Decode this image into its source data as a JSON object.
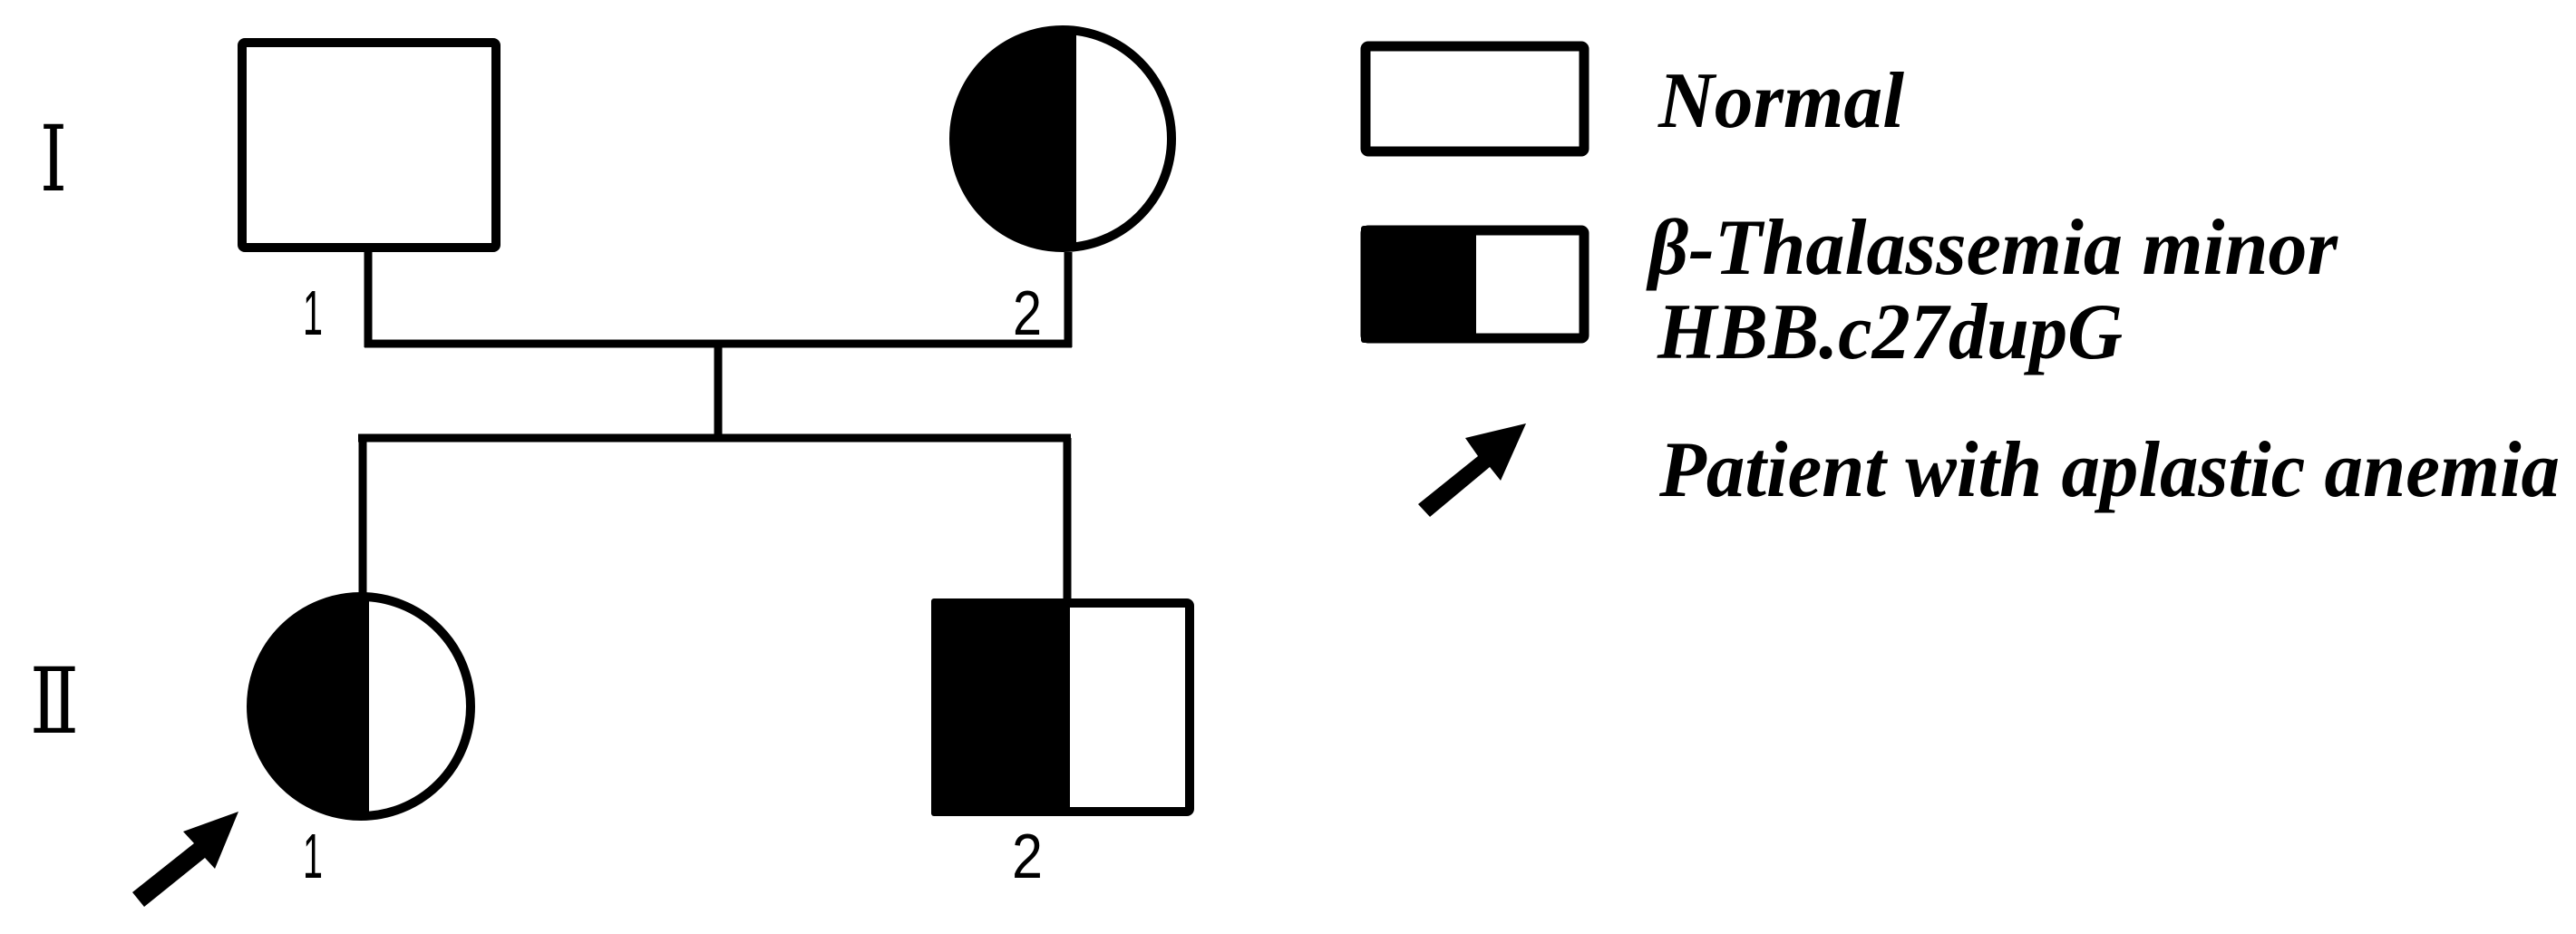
{
  "figure": {
    "type": "pedigree",
    "colors": {
      "ink": "#000000",
      "background": "#ffffff",
      "affected_fill": "#000000",
      "unaffected_fill": "#ffffff"
    }
  },
  "generations": [
    {
      "label": "Ⅰ",
      "members": [
        {
          "id": "I-1",
          "number": "1",
          "sex": "male",
          "shape": "square",
          "status": "normal"
        },
        {
          "id": "I-2",
          "number": "2",
          "sex": "female",
          "shape": "circle",
          "status": "carrier-half-filled"
        }
      ]
    },
    {
      "label": "Ⅱ",
      "members": [
        {
          "id": "II-1",
          "number": "1",
          "sex": "female",
          "shape": "circle",
          "status": "carrier-half-filled",
          "proband": true
        },
        {
          "id": "II-2",
          "number": "2",
          "sex": "male",
          "shape": "square",
          "status": "carrier-half-filled"
        }
      ]
    }
  ],
  "legend": {
    "items": [
      {
        "symbol": "open-square",
        "label": "Normal"
      },
      {
        "symbol": "half-filled-square",
        "label_line1": "β-Thalassemia minor",
        "label_line2": "HBB.c27dupG"
      },
      {
        "symbol": "arrow-icon",
        "label": "Patient with aplastic anemia"
      }
    ]
  }
}
